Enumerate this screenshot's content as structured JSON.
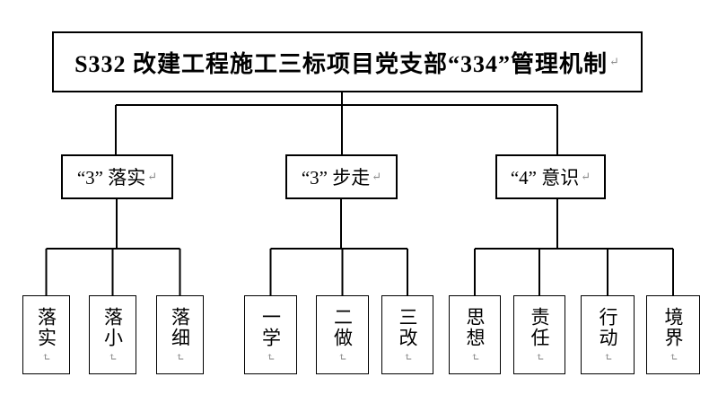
{
  "diagram": {
    "title": "S332 改建工程施工三标项目党支部“334”管理机制",
    "return_mark": "↵",
    "branches": [
      {
        "label": "“3” 落实",
        "children": [
          "落实",
          "落小",
          "落细"
        ]
      },
      {
        "label": "“3” 步走",
        "children": [
          "一学",
          "二做",
          "三改"
        ]
      },
      {
        "label": "“4” 意识",
        "children": [
          "思想",
          "责任",
          "行动",
          "境界"
        ]
      }
    ],
    "colors": {
      "line": "#000000",
      "border": "#000000",
      "background": "#ffffff",
      "return_mark": "#8a8a8a"
    }
  }
}
